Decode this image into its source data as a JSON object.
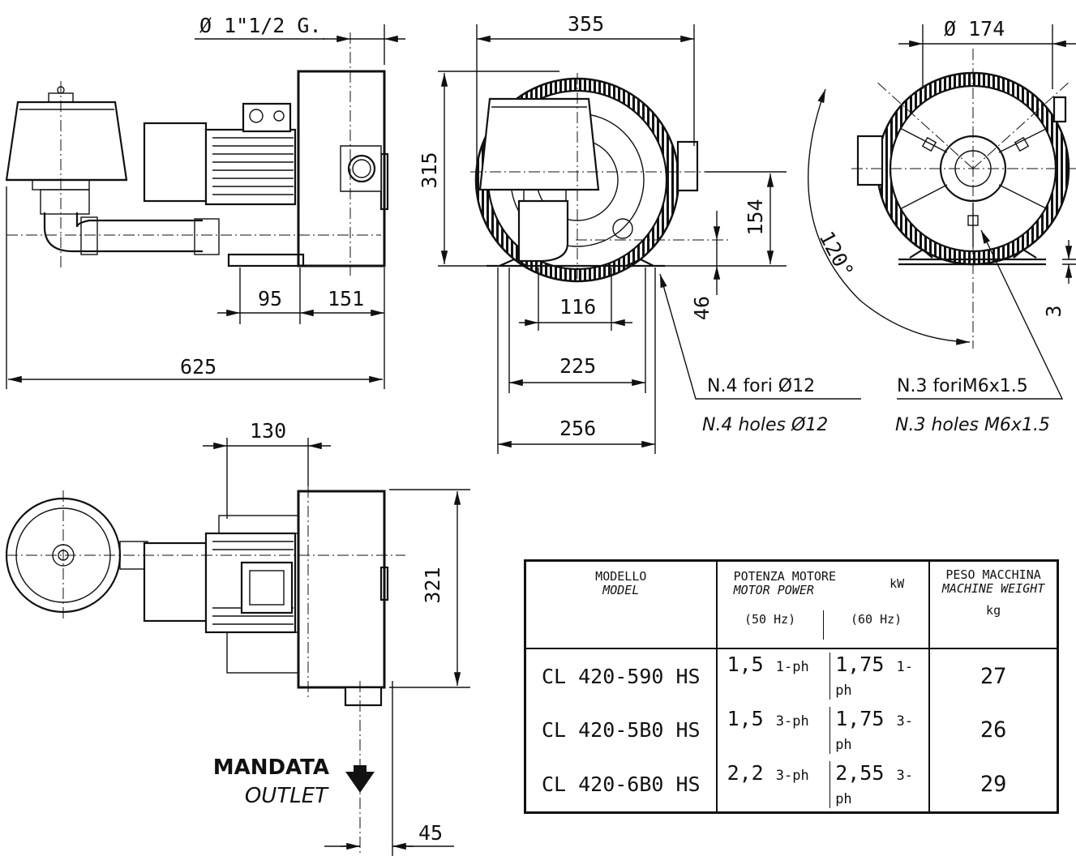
{
  "dimensions": {
    "inlet_thread": "Ø 1\"1/2 G.",
    "d625": "625",
    "d95": "95",
    "d151": "151",
    "d355": "355",
    "d315": "315",
    "d154": "154",
    "d116": "116",
    "d46": "46",
    "d225": "225",
    "d256": "256",
    "d174": "Ø 174",
    "d120": "120°",
    "d3": "3",
    "d130": "130",
    "d321": "321",
    "d45": "45"
  },
  "notes": {
    "holes_it": "N.4  fori  Ø12",
    "holes_en": "N.4  holes  Ø12",
    "threads_it": "N.3  foriM6x1.5",
    "threads_en": "N.3  holes  M6x1.5"
  },
  "outlet": {
    "it": "MANDATA",
    "en": "OUTLET"
  },
  "table": {
    "header": {
      "model_it": "MODELLO",
      "model_en": "MODEL",
      "power_it": "POTENZA  MOTORE",
      "power_en": "MOTOR   POWER",
      "power_unit": "kW",
      "freq_50": "(50 Hz)",
      "freq_60": "(60 Hz)",
      "weight_it": "PESO MACCHINA",
      "weight_en": "MACHINE WEIGHT",
      "weight_unit": "kg"
    },
    "rows": [
      {
        "model": "CL 420-590 HS",
        "p50": "1,5",
        "p50_phase": "1-ph",
        "p60": "1,75",
        "p60_phase": "1-ph",
        "weight": "27"
      },
      {
        "model": "CL 420-5B0 HS",
        "p50": "1,5",
        "p50_phase": "3-ph",
        "p60": "1,75",
        "p60_phase": "3-ph",
        "weight": "26"
      },
      {
        "model": "CL 420-6B0 HS",
        "p50": "2,2",
        "p50_phase": "3-ph",
        "p60": "2,55",
        "p60_phase": "3-ph",
        "weight": "29"
      }
    ]
  }
}
